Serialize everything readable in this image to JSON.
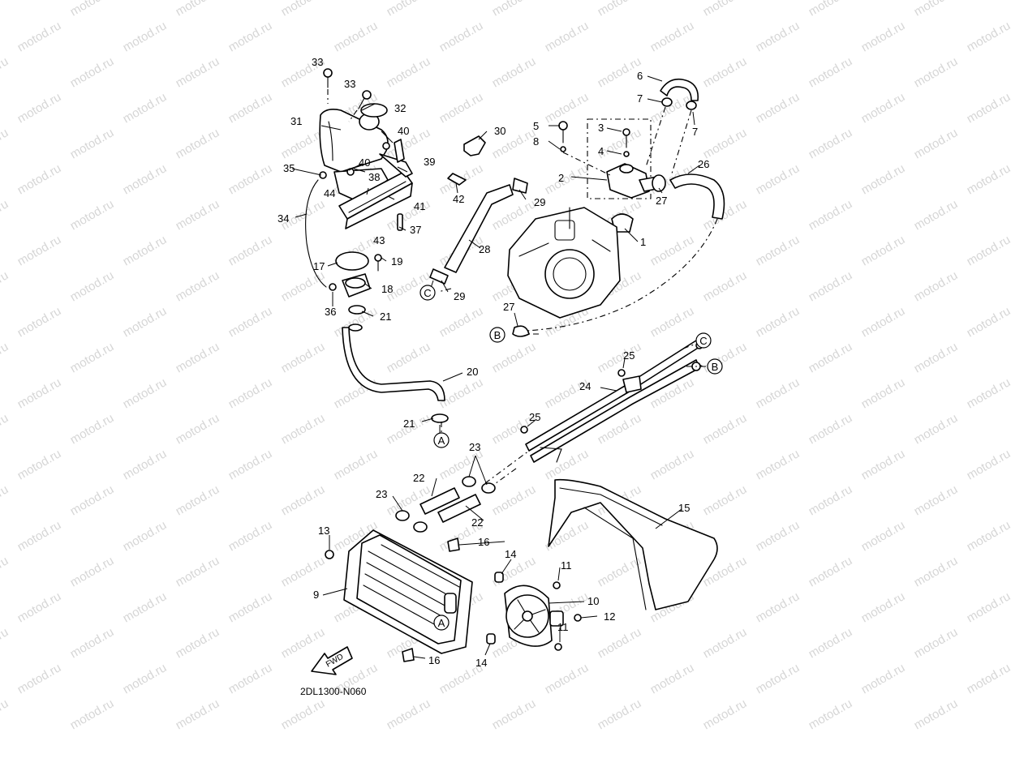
{
  "diagram_code": "2DL1300-N060",
  "watermark_text": "motod.ru",
  "fwd_label": "FWD",
  "markers": {
    "a": "A",
    "b": "B",
    "c": "C"
  },
  "callouts": {
    "p1": "1",
    "p2": "2",
    "p3": "3",
    "p4": "4",
    "p5": "5",
    "p6": "6",
    "p7": "7",
    "p8": "8",
    "p9": "9",
    "p10": "10",
    "p11": "11",
    "p12": "12",
    "p13": "13",
    "p14": "14",
    "p15": "15",
    "p16": "16",
    "p17": "17",
    "p18": "18",
    "p19": "19",
    "p20": "20",
    "p21": "21",
    "p22": "22",
    "p23": "23",
    "p24": "24",
    "p25": "25",
    "p26": "26",
    "p27": "27",
    "p28": "28",
    "p29": "29",
    "p30": "30",
    "p31": "31",
    "p32": "32",
    "p33": "33",
    "p34": "34",
    "p35": "35",
    "p36": "36",
    "p37": "37",
    "p38": "38",
    "p39": "39",
    "p40": "40",
    "p41": "41",
    "p42": "42",
    "p43": "43",
    "p44": "44"
  }
}
